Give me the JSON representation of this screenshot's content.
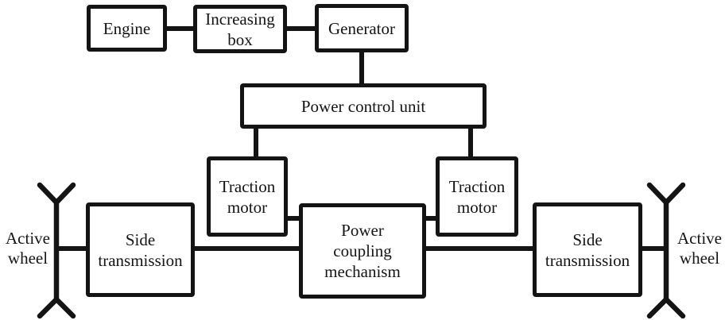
{
  "diagram": {
    "type": "block-diagram",
    "subject": "Hybrid electric drivetrain power flow",
    "colors": {
      "line": "#141414",
      "background": "#ffffff",
      "text": "#141414"
    },
    "nodes": {
      "engine": {
        "label": "Engine"
      },
      "increasing_box": {
        "label": "Increasing box"
      },
      "generator": {
        "label": "Generator"
      },
      "power_control_unit": {
        "label": "Power control unit"
      },
      "traction_motor_left": {
        "label": "Traction motor"
      },
      "traction_motor_right": {
        "label": "Traction motor"
      },
      "power_coupling_mechanism": {
        "label": "Power coupling mechanism"
      },
      "side_transmission_left": {
        "label": "Side transmission"
      },
      "side_transmission_right": {
        "label": "Side transmission"
      },
      "active_wheel_left": {
        "label": "Active wheel"
      },
      "active_wheel_right": {
        "label": "Active wheel"
      }
    },
    "connections": [
      {
        "from": "Engine",
        "to": "Increasing box"
      },
      {
        "from": "Increasing box",
        "to": "Generator"
      },
      {
        "from": "Generator",
        "to": "Power control unit"
      },
      {
        "from": "Power control unit",
        "to": "Traction motor (left)"
      },
      {
        "from": "Power control unit",
        "to": "Traction motor (right)"
      },
      {
        "from": "Traction motor (left)",
        "to": "Power coupling mechanism"
      },
      {
        "from": "Traction motor (right)",
        "to": "Power coupling mechanism"
      },
      {
        "from": "Side transmission (left)",
        "to": "Power coupling mechanism"
      },
      {
        "from": "Power coupling mechanism",
        "to": "Side transmission (right)"
      },
      {
        "from": "Active wheel (left)",
        "to": "Side transmission (left)"
      },
      {
        "from": "Side transmission (right)",
        "to": "Active wheel (right)"
      }
    ]
  }
}
